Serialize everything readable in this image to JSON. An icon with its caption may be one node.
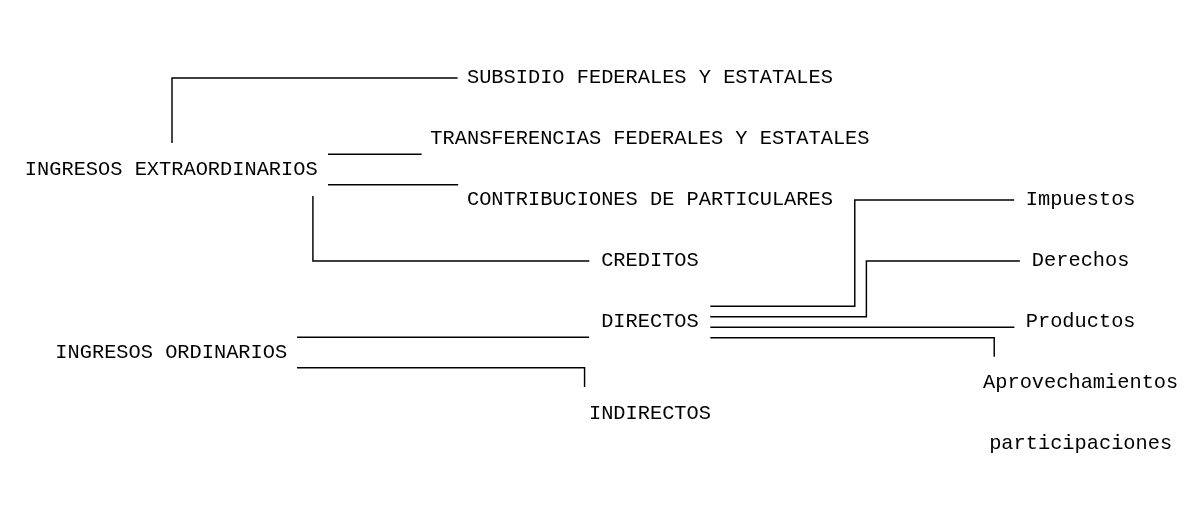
{
  "diagram": {
    "nodes": [
      {
        "text": [
          "INGRESOS ORDINARIOS"
        ]
      },
      {
        "text": [
          "DIRECTOS"
        ]
      },
      {
        "text": [
          "Impuestos"
        ]
      },
      {
        "text": [
          "Derechos"
        ]
      },
      {
        "text": [
          "Productos"
        ]
      },
      {
        "text": [
          "Aprovechamientos"
        ]
      },
      {
        "text": [
          "INDIRECTOS"
        ]
      },
      {
        "text": [
          "INGRESOS EXTRAORDINARIOS"
        ]
      },
      {
        "text": [
          "SUBSIDIO FEDERALES Y ESTATALES"
        ]
      },
      {
        "text": [
          "TRANSFERENCIAS FEDERALES Y ESTATALES"
        ]
      },
      {
        "text": [
          "CONTRIBUCIONES DE PARTICULARES"
        ]
      },
      {
        "text": [
          "CREDITOS"
        ]
      }
    ],
    "edges": [
      {
        "from": 0,
        "to": 1,
        "arrow": "none"
      },
      {
        "from": 0,
        "to": 6,
        "arrow": "none"
      },
      {
        "from": 1,
        "to": 2,
        "arrow": "none"
      },
      {
        "from": 1,
        "to": 3,
        "arrow": "none"
      },
      {
        "from": 1,
        "to": 4,
        "arrow": "none"
      },
      {
        "from": 1,
        "to": 5,
        "arrow": "none"
      },
      {
        "from": 7,
        "to": 8,
        "arrow": "none"
      },
      {
        "from": 7,
        "to": 9,
        "arrow": "none"
      },
      {
        "from": 7,
        "to": 10,
        "arrow": "none"
      },
      {
        "from": 7,
        "to": 11,
        "arrow": "none"
      }
    ],
    "labels": [
      "participaciones"
    ]
  }
}
